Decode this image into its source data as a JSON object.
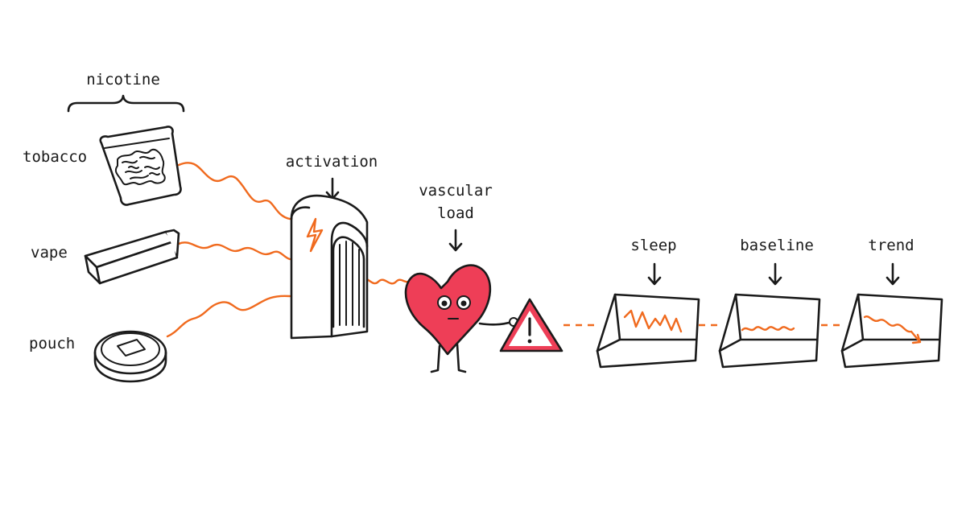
{
  "labels": {
    "nicotine": "nicotine",
    "tobacco": "tobacco",
    "vape": "vape",
    "pouch": "pouch",
    "activation": "activation",
    "vascular_line1": "vascular",
    "vascular_line2": "load",
    "sleep": "sleep",
    "baseline": "baseline",
    "trend": "trend"
  },
  "icons": {
    "tobacco": "tobacco-pouch-icon",
    "vape": "vape-pen-icon",
    "pouch": "nicotine-pouch-tin-icon",
    "activation": "activation-gate-icon",
    "heart": "heart-character-icon",
    "warning": "warning-triangle-icon",
    "trays": [
      "sleep-tray-icon",
      "baseline-tray-icon",
      "trend-tray-icon"
    ]
  },
  "colors": {
    "accent": "#f06a1e",
    "heart": "#ee3e57",
    "warning": "#ee3e57",
    "ink": "#1a1a1a"
  }
}
